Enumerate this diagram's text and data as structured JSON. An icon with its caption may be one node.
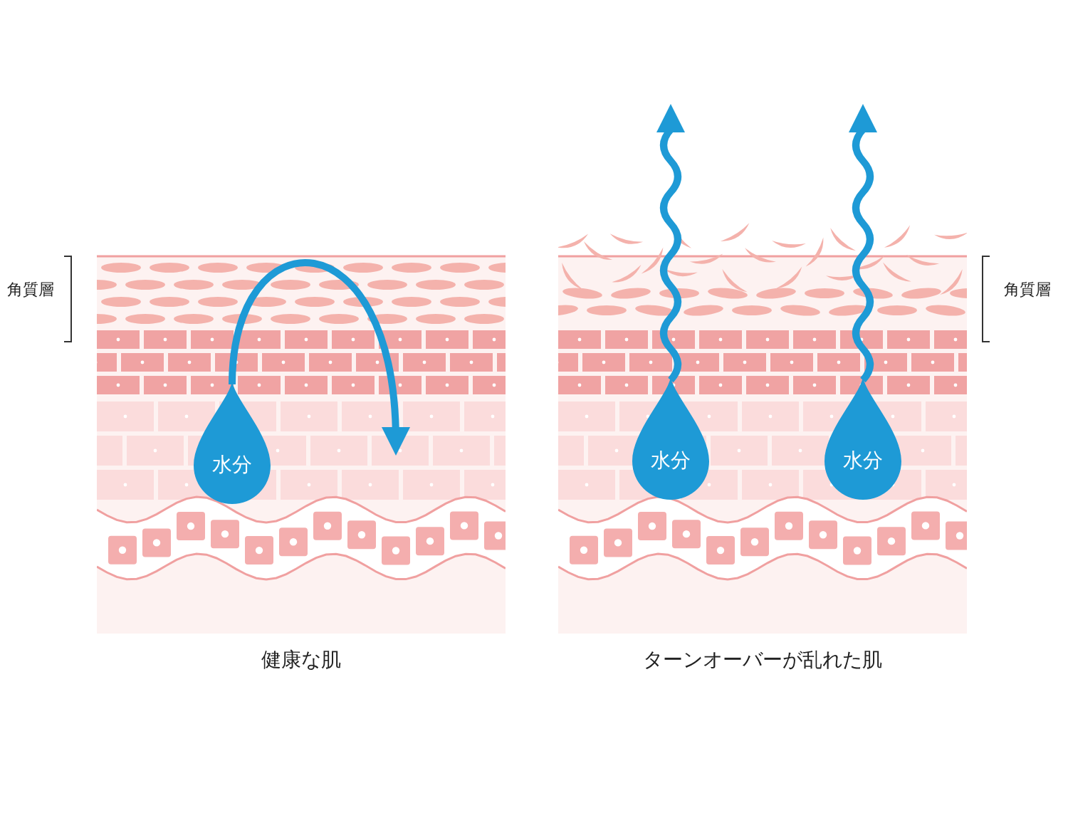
{
  "diagram": {
    "nodes": [
      {
        "text": [
          "健康な肌"
        ]
      },
      {
        "text": [
          "水分"
        ],
        "in": 0
      },
      {
        "text": [
          "ターンオーバーが乱れた肌"
        ]
      },
      {
        "text": [
          "水分"
        ],
        "in": 2
      },
      {
        "text": [
          "水分"
        ],
        "in": 2
      }
    ],
    "edges": [
      {
        "from": 1,
        "to": null,
        "arrow": "to"
      },
      {
        "from": 3,
        "to": null,
        "arrow": "to"
      },
      {
        "from": 4,
        "to": null,
        "arrow": "to"
      }
    ],
    "labels": [
      "角質層",
      "角質層"
    ]
  }
}
